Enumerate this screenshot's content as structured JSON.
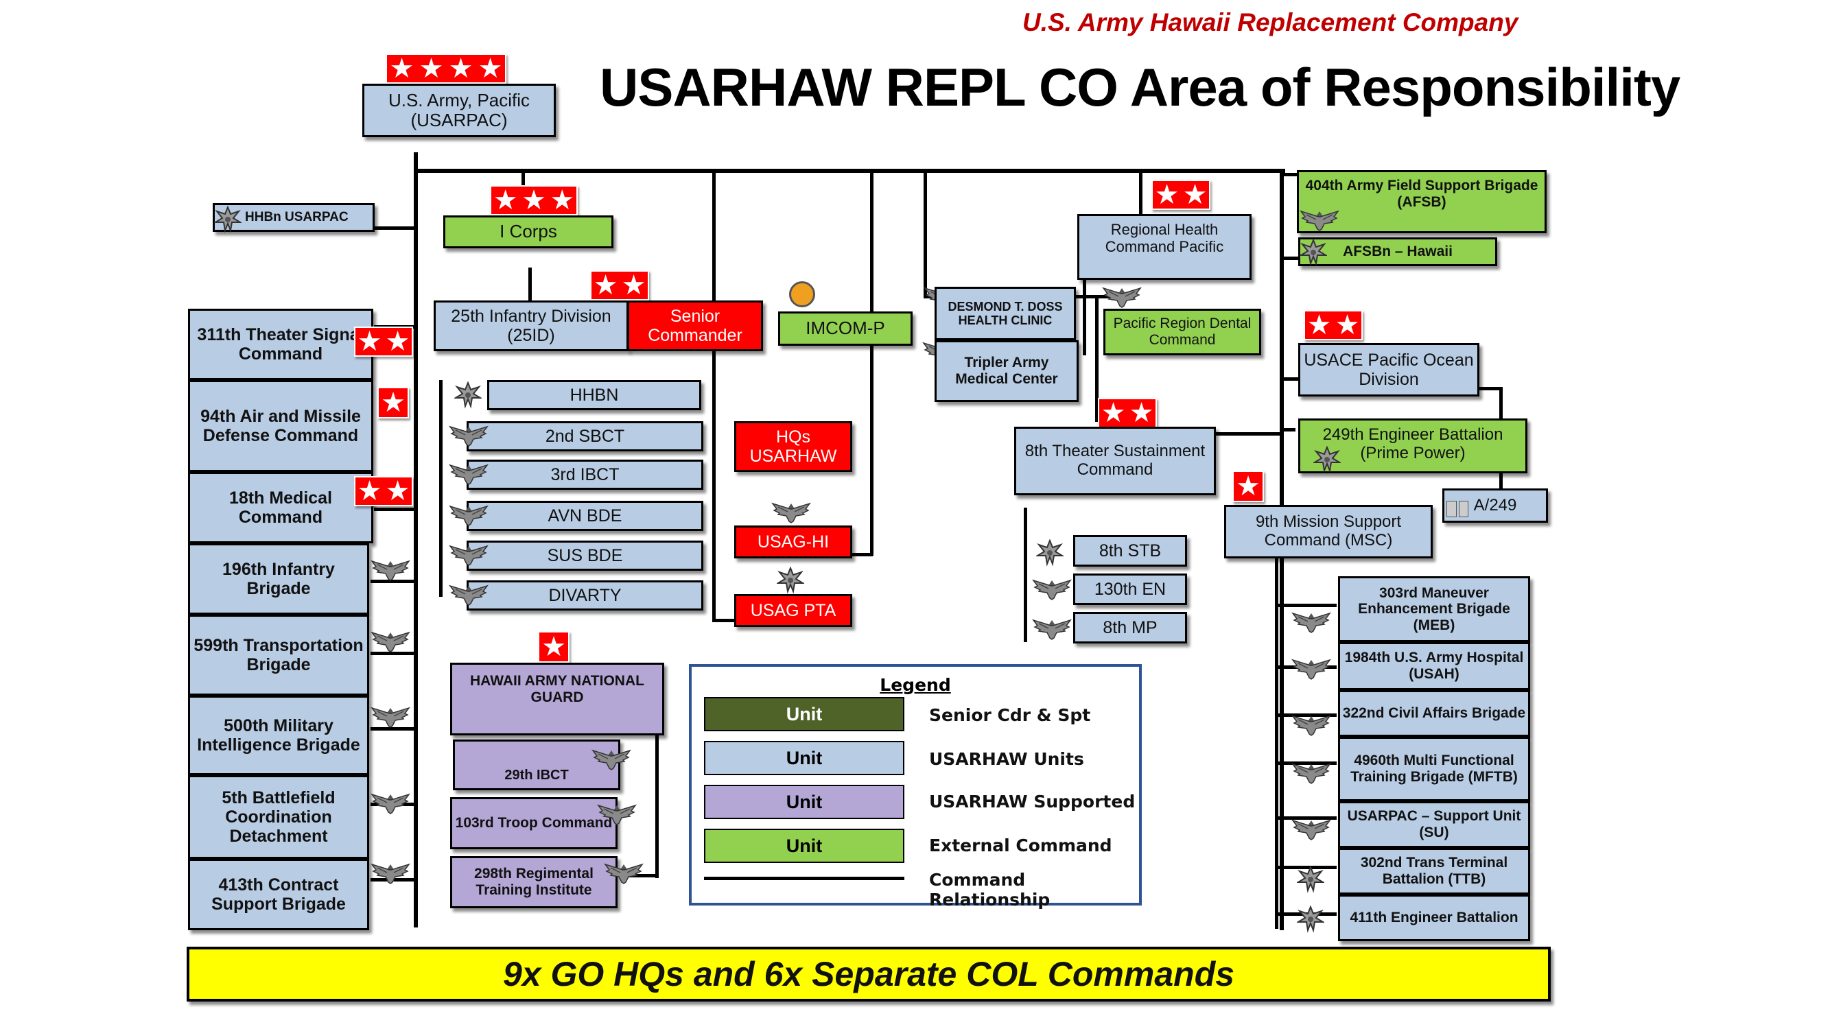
{
  "header": {
    "company": "U.S. Army Hawaii Replacement Company",
    "title": "USARHAW REPL CO Area of Responsibility"
  },
  "top": {
    "usarpac": "U.S. Army, Pacific (USARPAC)"
  },
  "units": {
    "hhbn_usarpac": "HHBn USARPAC",
    "i_corps": "I Corps",
    "id25": "25th Infantry Division (25ID)",
    "senior_cdr": "Senior Commander",
    "imcom_p": "IMCOM-P",
    "hhbn": "HHBN",
    "sbct2": "2nd SBCT",
    "ibct3": "3rd IBCT",
    "avn": "AVN BDE",
    "sus": "SUS BDE",
    "divarty": "DIVARTY",
    "hqs_usarhaw": "HQs USARHAW",
    "usag_hi": "USAG-HI",
    "usag_pta": "USAG PTA",
    "tsc311": "311th Theater Signal Command",
    "amdc94": "94th Air and Missile Defense Command",
    "med18": "18th Medical Command",
    "inf196": "196th Infantry Brigade",
    "trans599": "599th Transportation Brigade",
    "mi500": "500th Military Intelligence Brigade",
    "bcd5": "5th Battlefield Coordination Detachment",
    "csb413": "413th Contract Support Brigade",
    "hiarng": "HAWAII ARMY NATIONAL GUARD",
    "ibct29": "29th IBCT",
    "troop103": "103rd Troop Command",
    "rti298": "298th Regimental Training Institute",
    "rhc_pac": "Regional Health Command Pacific",
    "doss": "DESMOND T. DOSS HEALTH CLINIC",
    "tripler": "Tripler Army Medical Center",
    "dental": "Pacific Region Dental Command",
    "tsc8": "8th Theater Sustainment Command",
    "stb8": "8th STB",
    "en130": "130th EN",
    "mp8": "8th MP",
    "afsb404": "404th Army Field Support Brigade (AFSB)",
    "afsbn": "AFSBn – Hawaii",
    "usace": "USACE Pacific Ocean Division",
    "en249": "249th Engineer Battalion (Prime Power)",
    "a249": "A/249",
    "msc9": "9th Mission Support Command (MSC)",
    "meb303": "303rd Maneuver Enhancement Brigade (MEB)",
    "usah1984": "1984th U.S. Army Hospital (USAH)",
    "ca322": "322nd Civil Affairs Brigade",
    "mftb4960": "4960th Multi Functional Training Brigade (MFTB)",
    "su": "USARPAC – Support Unit (SU)",
    "ttb302": "302nd Trans Terminal Battalion (TTB)",
    "eng411": "411th Engineer Battalion"
  },
  "legend": {
    "title": "Legend",
    "swatch": "Unit",
    "items": [
      "Senior Cdr & Spt",
      "USARHAW Units",
      "USARHAW Supported",
      "External Command",
      "Command Relationship"
    ]
  },
  "banner": "9x GO HQs and 6x Separate COL Commands",
  "colors": {
    "blue": "#b8cce4",
    "green": "#92d050",
    "red": "#ff0000",
    "purple": "#b4a7d6",
    "dark_green": "#4f6228",
    "yellow": "#ffff00",
    "title_red": "#c00000"
  },
  "icons": [
    "star-icon",
    "eagle-insignia-icon",
    "oak-leaf-icon",
    "bar-insignia-icon",
    "medal-icon"
  ]
}
